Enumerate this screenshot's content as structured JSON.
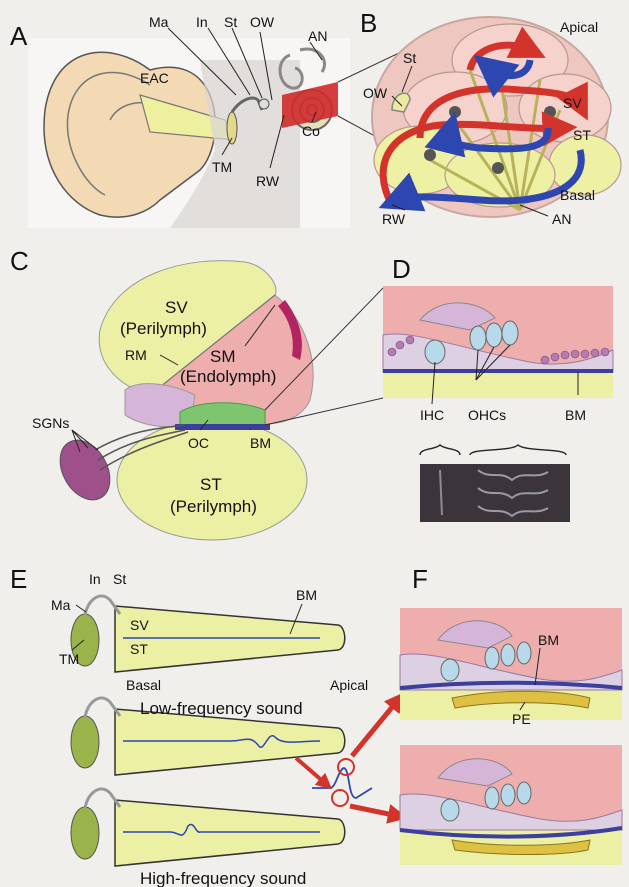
{
  "colors": {
    "background": "#f1efec",
    "perilymph": "#ecf0a4",
    "endolymph": "#eeaeae",
    "membrane": "#d6b6d8",
    "wave_blue": "#2d46b0",
    "arrow_red": "#d2342b",
    "pe_yellow": "#dec142",
    "skin": "#f3d9b4"
  },
  "panels": {
    "A": {
      "letter": "A",
      "labels": {
        "ma": "Ma",
        "in": "In",
        "st": "St",
        "ow": "OW",
        "an": "AN",
        "eac": "EAC",
        "tm": "TM",
        "rw": "RW",
        "co": "Co"
      }
    },
    "B": {
      "letter": "B",
      "labels": {
        "apical": "Apical",
        "st_stapes": "St",
        "ow": "OW",
        "sv": "SV",
        "st": "ST",
        "basal": "Basal",
        "rw": "RW",
        "an": "AN"
      }
    },
    "C": {
      "letter": "C",
      "labels": {
        "sv": "SV",
        "sv_sub": "(Perilymph)",
        "rm": "RM",
        "sm": "SM",
        "sm_sub": "(Endolymph)",
        "sgns": "SGNs",
        "oc": "OC",
        "bm": "BM",
        "st": "ST",
        "st_sub": "(Perilymph)"
      }
    },
    "D": {
      "letter": "D",
      "labels": {
        "ihc": "IHC",
        "ohcs": "OHCs",
        "bm": "BM"
      }
    },
    "E": {
      "letter": "E",
      "labels": {
        "in": "In",
        "st_stapes": "St",
        "ma": "Ma",
        "tm": "TM",
        "sv": "SV",
        "st": "ST",
        "bm": "BM",
        "basal": "Basal",
        "apical": "Apical"
      },
      "captions": {
        "low": "Low-frequency sound",
        "high": "High-frequency sound"
      }
    },
    "F": {
      "letter": "F",
      "labels": {
        "bm": "BM",
        "pe": "PE"
      }
    }
  },
  "icons": [
    "ear-icon",
    "cochlea-spiral-icon",
    "cochlea-cross-section-icon",
    "organ-of-corti-icon",
    "micrograph-icon",
    "uncoiled-cochlea-icon",
    "traveling-wave-icon"
  ]
}
